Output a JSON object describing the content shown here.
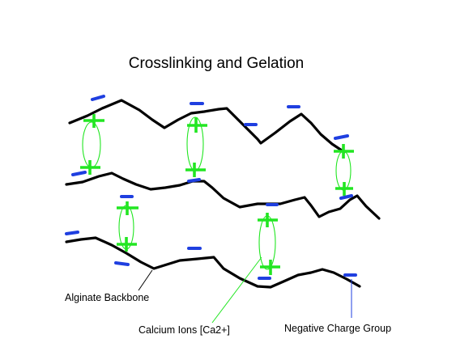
{
  "title": "Crosslinking and Gelation",
  "labels": {
    "backbone": "Alginate Backbone",
    "calcium": "Calcium Ions [Ca2+]",
    "negative": "Negative Charge Group"
  },
  "colors": {
    "backbone": "#000000",
    "negative_charge": "#1f3fe0",
    "calcium_ion": "#22e622",
    "calcium_leader": "#22e622",
    "negative_leader": "#1f3fe0",
    "backbone_leader": "#000000",
    "text": "#000000",
    "background": "#ffffff"
  },
  "legend_items": [
    {
      "icon": "black-chain-line",
      "meaning_ref": "labels.backbone"
    },
    {
      "icon": "green-plus-pair-ring",
      "meaning_ref": "labels.calcium"
    },
    {
      "icon": "blue-dash",
      "meaning_ref": "labels.negative"
    }
  ]
}
